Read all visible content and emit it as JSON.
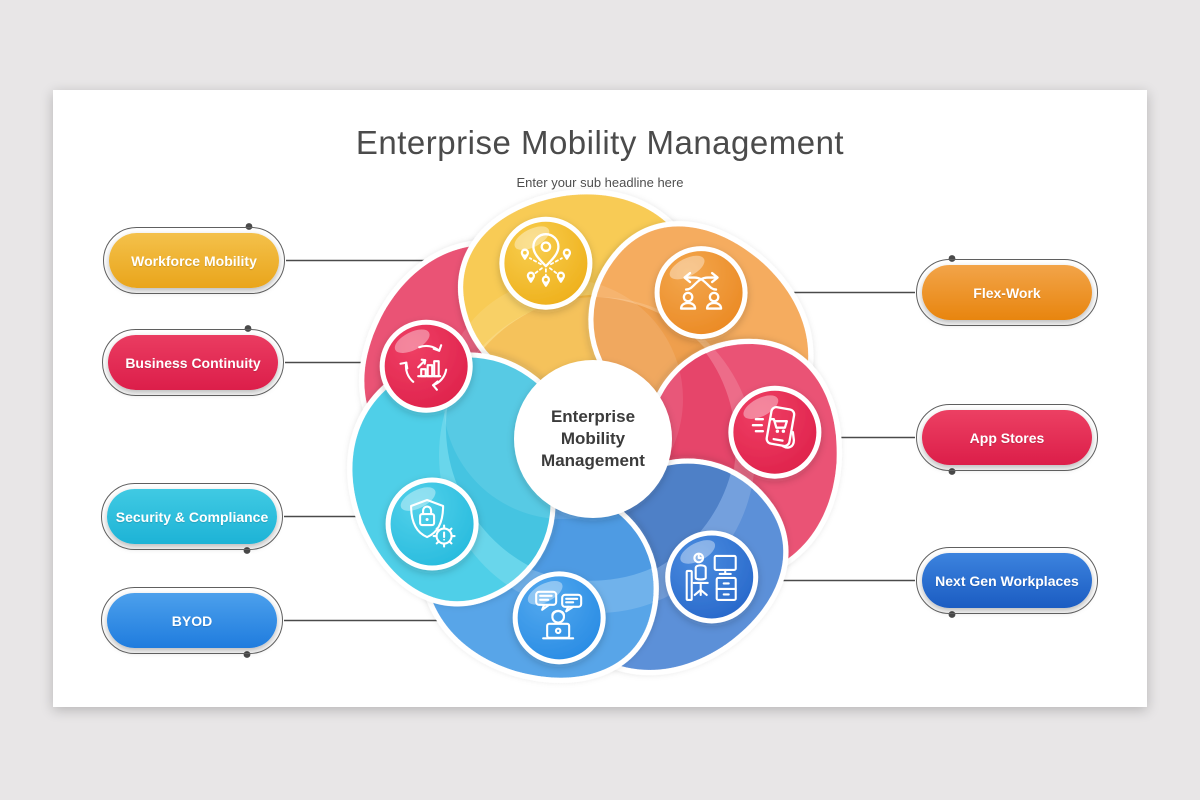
{
  "page": {
    "background_color": "#e8e6e7",
    "slide_background": "#ffffff"
  },
  "header": {
    "title": "Enterprise Mobility Management",
    "subtitle": "Enter your sub headline here",
    "title_color": "#4b4b4b",
    "subtitle_color": "#4f4f4f"
  },
  "center": {
    "line1": "Enterprise",
    "line2": "Mobility",
    "line3": "Management",
    "text_color": "#3b3b3b"
  },
  "connector_color": "#4a4a4a",
  "items": [
    {
      "id": "workforce-mobility",
      "label": "Workforce Mobility",
      "side": "left",
      "icon": "location-network-icon",
      "pill_gradient": [
        "#F4C14B",
        "#E9A51B"
      ],
      "circle_gradient": [
        "#F8CE4F",
        "#ECA90F"
      ],
      "petal_base": "#F8CB54",
      "petal_deep": "#F3AF2A"
    },
    {
      "id": "flex-work",
      "label": "Flex-Work",
      "side": "right",
      "icon": "shuffle-people-icon",
      "pill_gradient": [
        "#F2A449",
        "#E8850E"
      ],
      "circle_gradient": [
        "#F3A74E",
        "#E9831A"
      ],
      "petal_base": "#F5AC5E",
      "petal_deep": "#ED8F2E"
    },
    {
      "id": "app-stores",
      "label": "App Stores",
      "side": "right",
      "icon": "phone-cart-icon",
      "pill_gradient": [
        "#EC4063",
        "#DC1E49"
      ],
      "circle_gradient": [
        "#EF3F64",
        "#DB1C46"
      ],
      "petal_base": "#EA5374",
      "petal_deep": "#E22550"
    },
    {
      "id": "next-gen-workplaces",
      "label": "Next Gen Workplaces",
      "side": "right",
      "icon": "desk-workspace-icon",
      "pill_gradient": [
        "#3C83DE",
        "#1B5CC2"
      ],
      "circle_gradient": [
        "#4A8CDF",
        "#2060C6"
      ],
      "petal_base": "#5C90D8",
      "petal_deep": "#2F6ABE"
    },
    {
      "id": "byod",
      "label": "BYOD",
      "side": "left",
      "icon": "person-laptop-chat-icon",
      "pill_gradient": [
        "#4CA0EC",
        "#1F7CDE"
      ],
      "circle_gradient": [
        "#53A9EE",
        "#1F85E2"
      ],
      "petal_base": "#58A5E8",
      "petal_deep": "#2F8ADF"
    },
    {
      "id": "security-compliance",
      "label": "Security & Compliance",
      "side": "left",
      "icon": "shield-lock-gear-icon",
      "pill_gradient": [
        "#40CAE3",
        "#1DB3D6"
      ],
      "circle_gradient": [
        "#52D1EA",
        "#1EB6DB"
      ],
      "petal_base": "#4FCFE8",
      "petal_deep": "#25BADC"
    },
    {
      "id": "business-continuity",
      "label": "Business Continuity",
      "side": "left",
      "icon": "chart-cycle-icon",
      "pill_gradient": [
        "#EA3C61",
        "#DC1E4A"
      ],
      "circle_gradient": [
        "#EF3F64",
        "#DB1C46"
      ],
      "petal_base": "#EA5374",
      "petal_deep": "#E22550"
    }
  ]
}
